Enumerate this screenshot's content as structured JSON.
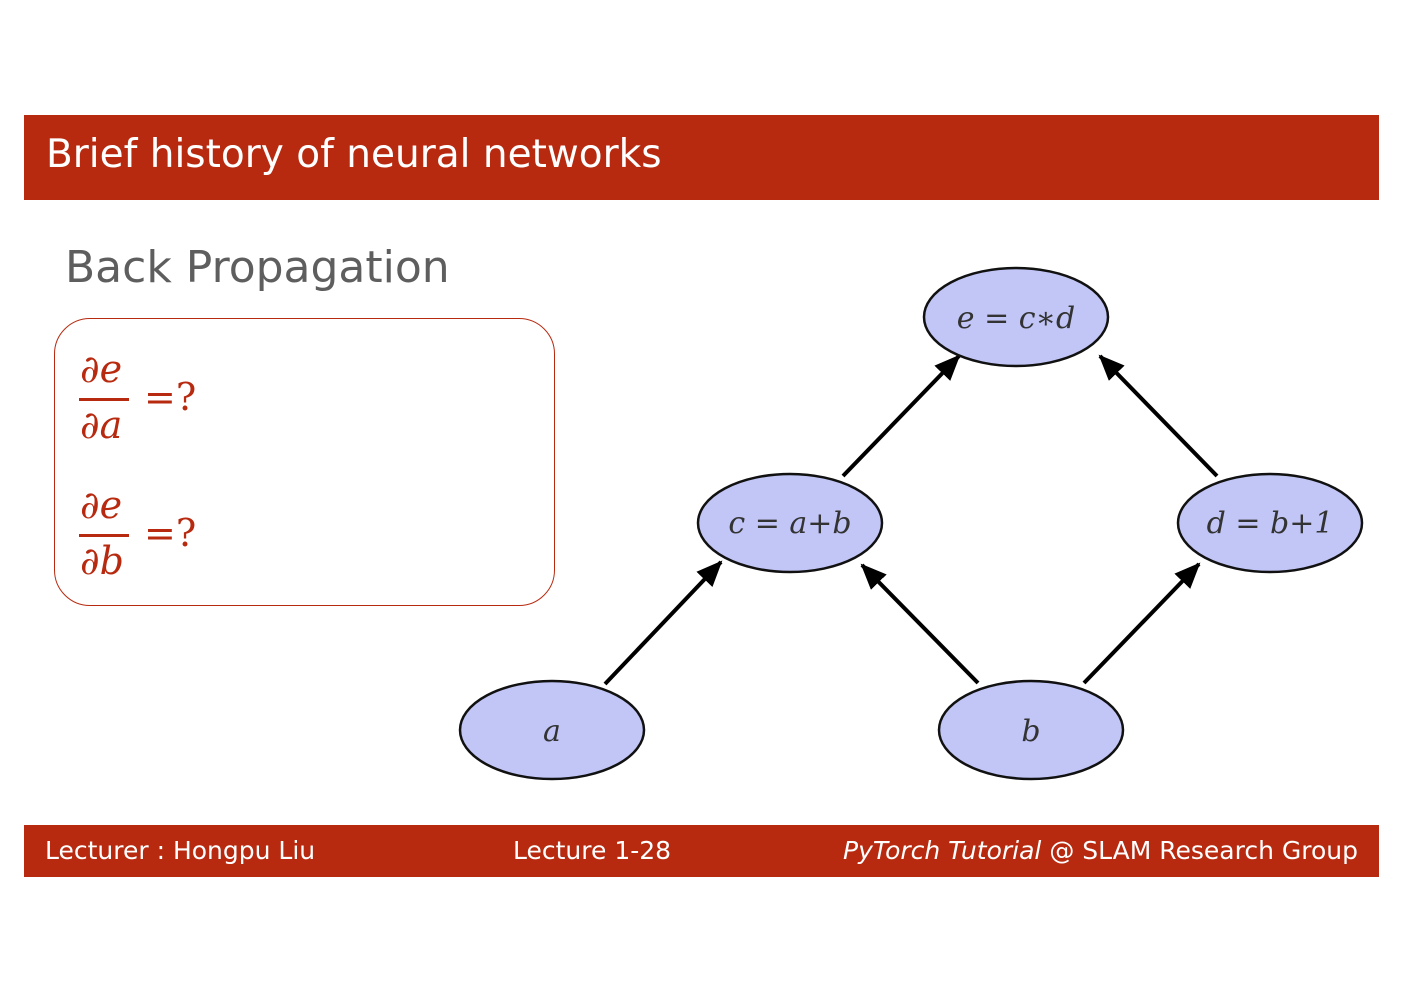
{
  "slide": {
    "title": "Brief history of neural networks",
    "subtitle": "Back Propagation"
  },
  "formulas": [
    {
      "numerator": "∂e",
      "denominator": "∂a",
      "equals": "=?"
    },
    {
      "numerator": "∂e",
      "denominator": "∂b",
      "equals": "=?"
    }
  ],
  "graph": {
    "nodes": {
      "e": {
        "label_left": "e",
        "label_op": " = ",
        "label_right": "c∗d"
      },
      "c": {
        "label_left": "c",
        "label_op": " = ",
        "label_right": "a+b"
      },
      "d": {
        "label_left": "d",
        "label_op": " = ",
        "label_right": "b+1"
      },
      "a": {
        "label": "a"
      },
      "b": {
        "label": "b"
      }
    },
    "edges": [
      [
        "a",
        "c"
      ],
      [
        "b",
        "c"
      ],
      [
        "b",
        "d"
      ],
      [
        "c",
        "e"
      ],
      [
        "d",
        "e"
      ]
    ],
    "node_fill": "#c1c6f6",
    "node_stroke": "#111111"
  },
  "footer": {
    "lecturer": "Lecturer : Hongpu Liu",
    "lecture": "Lecture 1-28",
    "course_italic": "PyTorch Tutorial",
    "course_rest": " @ SLAM Research Group"
  },
  "colors": {
    "accent": "#b72a10",
    "subtitle": "#5e5e5e"
  }
}
